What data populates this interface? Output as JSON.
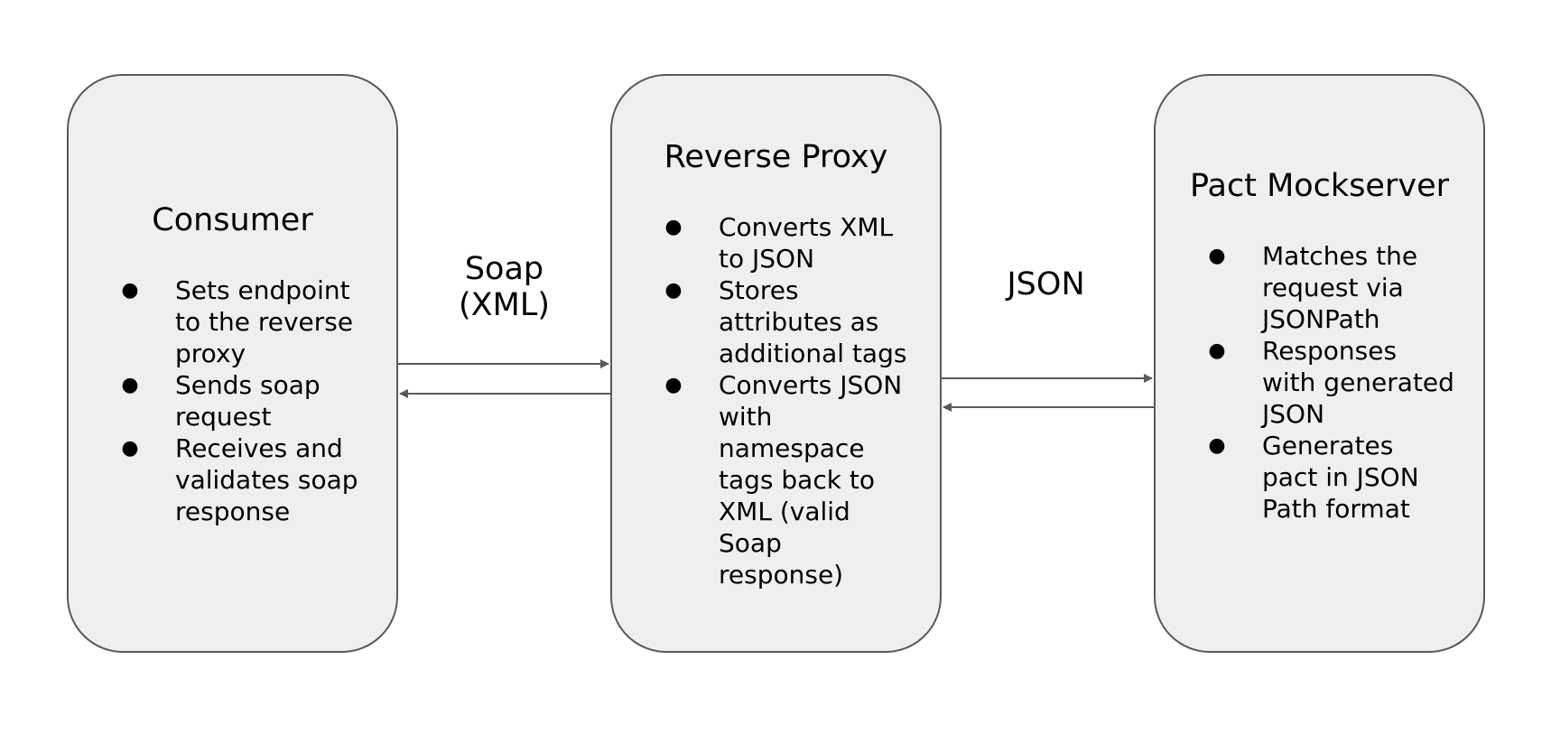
{
  "nodes": [
    {
      "title": "Consumer",
      "items": [
        [
          "Sets endpoint",
          "to the reverse",
          "proxy"
        ],
        [
          "Sends soap",
          "request"
        ],
        [
          "Receives and",
          "validates soap",
          "response"
        ]
      ]
    },
    {
      "title": "Reverse Proxy",
      "items": [
        [
          "Converts XML",
          "to JSON"
        ],
        [
          "Stores",
          "attributes as",
          "additional tags"
        ],
        [
          "Converts JSON",
          "with",
          "namespace",
          "tags back to",
          "XML (valid",
          "Soap",
          "response)"
        ]
      ]
    },
    {
      "title": "Pact Mockserver",
      "items": [
        [
          "Matches the",
          "request via",
          "JSONPath"
        ],
        [
          "Responses",
          "with generated",
          "JSON"
        ],
        [
          "Generates",
          "pact in JSON",
          "Path format"
        ]
      ]
    }
  ],
  "connections": [
    {
      "label": [
        "Soap",
        "(XML)"
      ]
    },
    {
      "label": [
        "JSON"
      ]
    }
  ],
  "colors": {
    "box_fill": "#efefef",
    "box_border": "#595959",
    "arrow": "#595959",
    "text": "#000000"
  }
}
